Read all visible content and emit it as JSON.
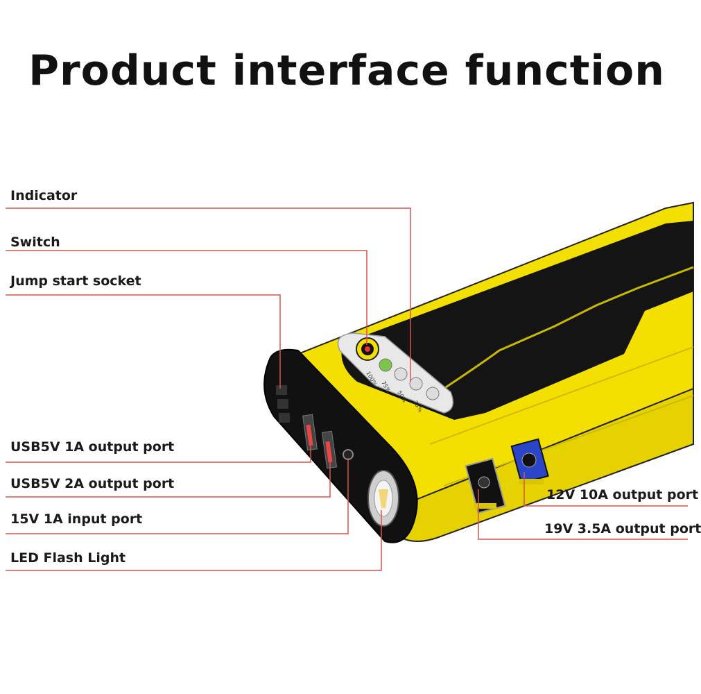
{
  "title": "Product interface function",
  "colors": {
    "leader_line": "#d9534f",
    "housing_yellow": "#f4e000",
    "housing_black": "#141414",
    "indicator_green": "#7cc44a",
    "port_blue": "#2a45c8"
  },
  "labels": {
    "indicator": "Indicator",
    "switch": "Switch",
    "jump_start_socket": "Jump start socket",
    "usb_1a": "USB5V 1A output port",
    "usb_2a": "USB5V 2A output port",
    "input_15v": "15V 1A input port",
    "led_flash": "LED Flash Light",
    "out_12v": "12V 10A output port",
    "out_19v": "19V 3.5A output port"
  },
  "battery_levels": [
    "100%",
    "75%",
    "50%",
    "25%"
  ],
  "indicator_state": {
    "lit": [
      true,
      false,
      false,
      false
    ]
  },
  "icons": [
    "power-icon",
    "flashlight-icon"
  ]
}
